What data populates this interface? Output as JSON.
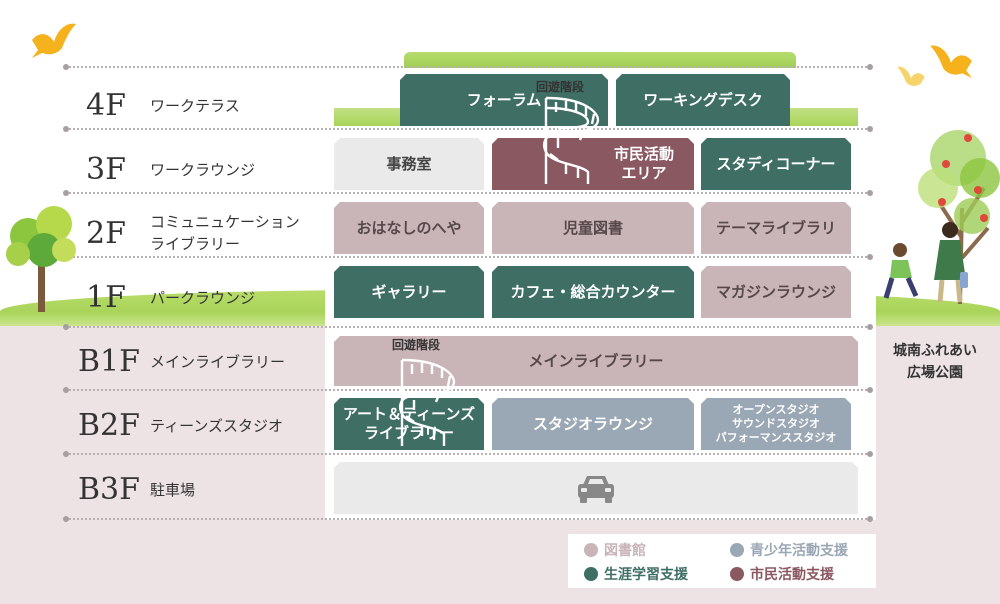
{
  "floors": [
    {
      "num": "4F",
      "name": "ワークテラス"
    },
    {
      "num": "3F",
      "name": "ワークラウンジ"
    },
    {
      "num": "2F",
      "name_line1": "コミュニュケーション",
      "name_line2": "ライブラリー"
    },
    {
      "num": "1F",
      "name": "パークラウンジ"
    },
    {
      "num": "B1F",
      "name": "メインライブラリー"
    },
    {
      "num": "B2F",
      "name": "ティーンズスタジオ"
    },
    {
      "num": "B3F",
      "name": "駐車場"
    }
  ],
  "rooms": {
    "f4_forum": "フォーラム",
    "f4_working_desk": "ワーキングデスク",
    "f3_office": "事務室",
    "f3_civic_line1": "市民活動",
    "f3_civic_line2": "エリア",
    "f3_study": "スタディコーナー",
    "f2_ohanashi": "おはなしのへや",
    "f2_children": "児童図書",
    "f2_theme": "テーマライブラリ",
    "f1_gallery": "ギャラリー",
    "f1_cafe": "カフェ・総合カウンター",
    "f1_magazine": "マガジンラウンジ",
    "b1_main": "メインライブラリー",
    "b2_art_line1": "アート＆ティーンズ",
    "b2_art_line2": "ライブラリー",
    "b2_studio_lounge": "スタジオラウンジ",
    "b2_studios_line1": "オープンスタジオ",
    "b2_studios_line2": "サウンドスタジオ",
    "b2_studios_line3": "パフォーマンススタジオ",
    "b3_parking_icon": "car-icon"
  },
  "stairs": {
    "upper_label": "回遊階段",
    "lower_label": "回遊階段"
  },
  "park": {
    "line1": "城南ふれあい",
    "line2": "広場公園"
  },
  "legend": [
    {
      "label": "図書館",
      "color": "#c9b5b8"
    },
    {
      "label": "青少年活動支援",
      "color": "#9aa7b4"
    },
    {
      "label": "生涯学習支援",
      "color": "#3f6e64"
    },
    {
      "label": "市民活動支援",
      "color": "#8a5860"
    }
  ],
  "colors": {
    "library": "#c9b5b8",
    "lifelong_learning": "#3f6e64",
    "civic": "#8a5860",
    "youth": "#9aa7b4",
    "underground": "#ede3e4",
    "grass": "#a9d45a"
  }
}
